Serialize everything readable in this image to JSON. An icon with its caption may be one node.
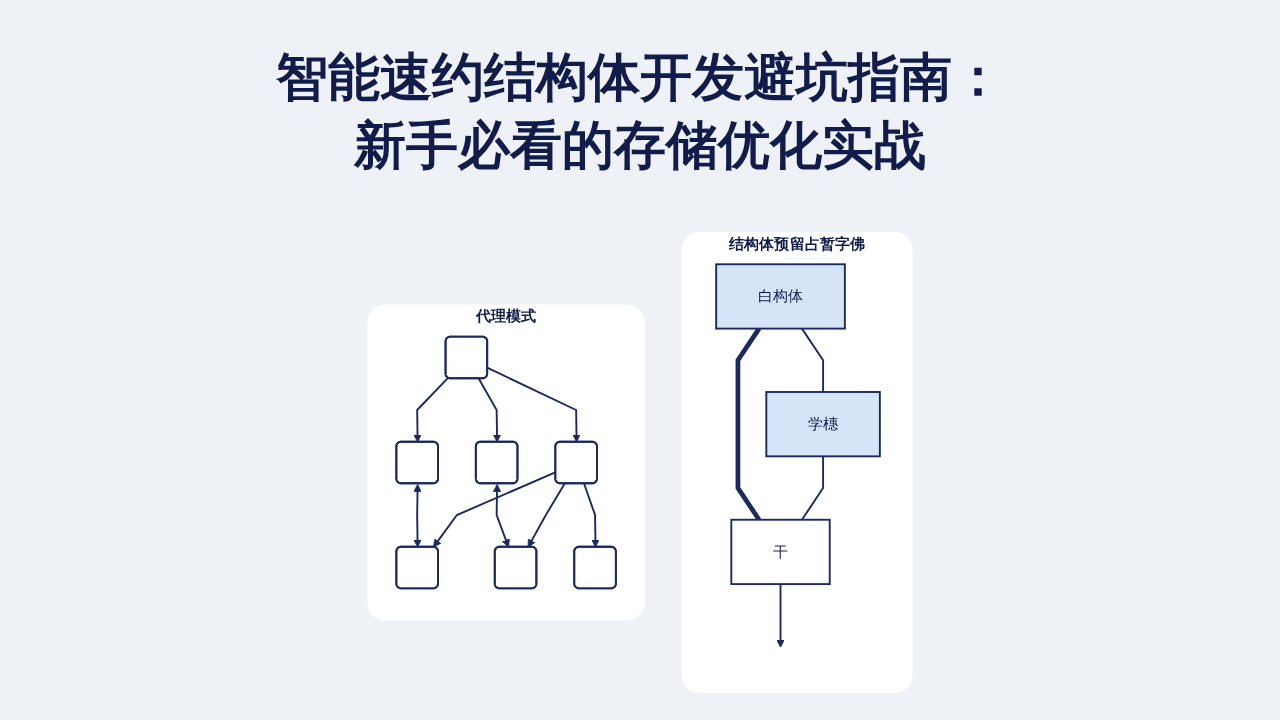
{
  "diagram": {
    "title": "智能速约结构体开发避坑指南：新手必看的存储优化实战",
    "nodes": [
      {
        "text": [
          "代理模式"
        ]
      },
      {
        "text": [],
        "shape": "box",
        "in": 0
      },
      {
        "text": [],
        "shape": "box",
        "in": 0
      },
      {
        "text": [],
        "shape": "box",
        "in": 0
      },
      {
        "text": [],
        "shape": "box",
        "in": 0
      },
      {
        "text": [],
        "shape": "box",
        "in": 0
      },
      {
        "text": [],
        "shape": "box",
        "in": 0
      },
      {
        "text": [],
        "shape": "box",
        "in": 0
      },
      {
        "text": [
          "结构体预留占暂字佛"
        ]
      },
      {
        "text": [
          "白构体"
        ],
        "in": 8
      },
      {
        "text": [
          "学橞"
        ],
        "in": 8
      },
      {
        "text": [
          "干"
        ],
        "in": 8
      }
    ],
    "edges": [
      {
        "from": 1,
        "to": 2,
        "arrow": "to"
      },
      {
        "from": 1,
        "to": 3,
        "arrow": "to"
      },
      {
        "from": 1,
        "to": 4,
        "arrow": "to"
      },
      {
        "from": 2,
        "to": 5,
        "arrow": "both"
      },
      {
        "from": 3,
        "to": 6,
        "arrow": "both"
      },
      {
        "from": 4,
        "to": 7,
        "arrow": "to"
      },
      {
        "from": 4,
        "to": 5,
        "arrow": "to"
      },
      {
        "from": 4,
        "to": 6,
        "arrow": "to"
      },
      {
        "from": 9,
        "to": 10,
        "arrow": "none"
      },
      {
        "from": 9,
        "to": 11,
        "arrow": "none",
        "style": "thick"
      },
      {
        "from": 10,
        "to": 11,
        "arrow": "none"
      },
      {
        "from": 11,
        "to": null,
        "arrow": "to"
      }
    ]
  }
}
